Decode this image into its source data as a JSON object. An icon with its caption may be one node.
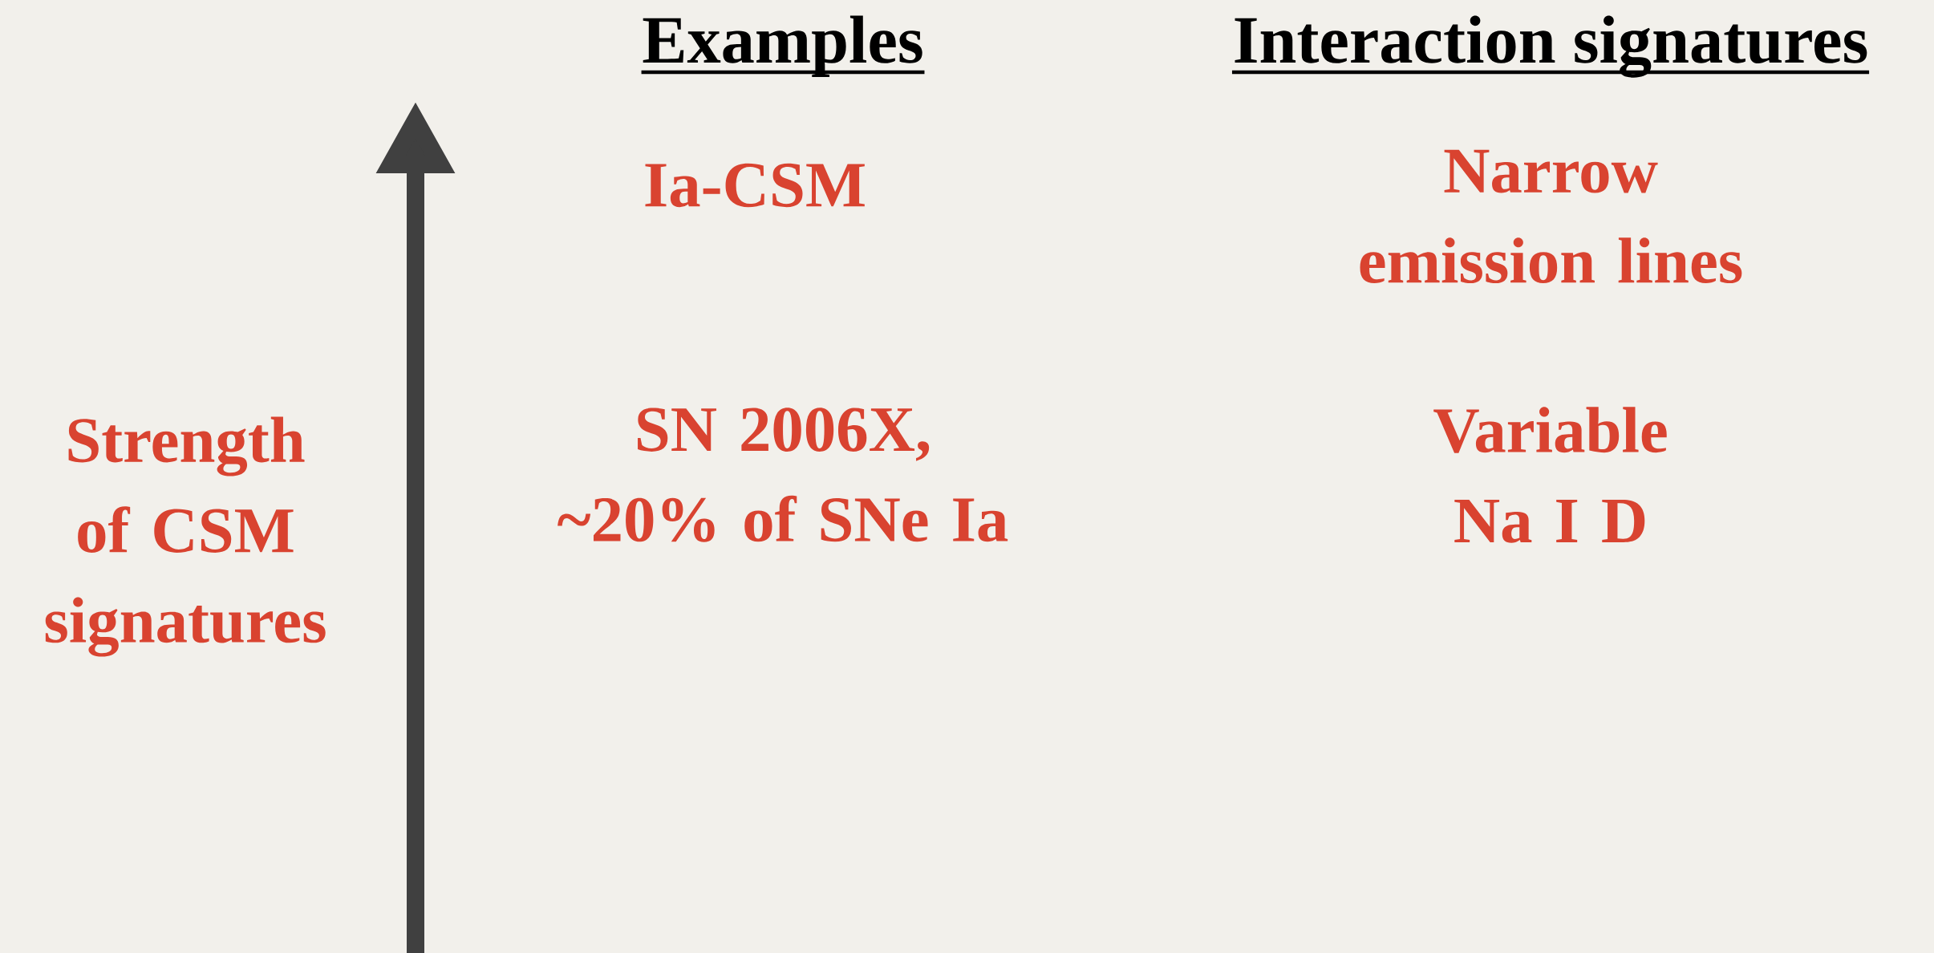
{
  "diagram": {
    "labels": [
      "Examples",
      "Interaction signatures",
      "Ia-CSM",
      "Narrow emission lines",
      "Strength of CSM signatures",
      "SN 2006X, ~20% of SNe Ia",
      "Variable Na I D"
    ]
  }
}
